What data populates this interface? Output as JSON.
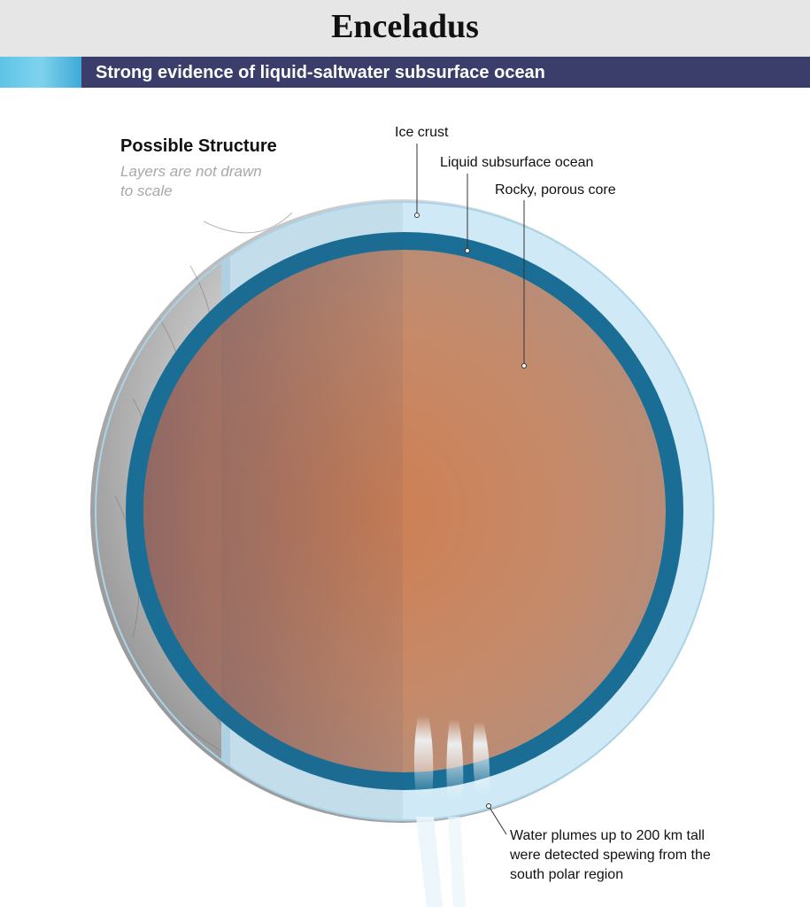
{
  "header": {
    "title": "Enceladus",
    "subtitle": "Strong evidence of liquid-saltwater subsurface ocean"
  },
  "diagram": {
    "heading": "Possible Structure",
    "note": "Layers are not drawn to scale",
    "labels": {
      "ice_crust": "Ice crust",
      "ocean": "Liquid subsurface ocean",
      "core": "Rocky, porous core",
      "plumes": "Water plumes up to 200 km tall were detected spewing from the south polar region"
    }
  },
  "colors": {
    "title_band": "#e6e6e6",
    "subtitle_band": "#3b3d6a",
    "ice_crust": "#cfeaf6",
    "ocean": "#1a6e96",
    "core": "#c98a66"
  }
}
